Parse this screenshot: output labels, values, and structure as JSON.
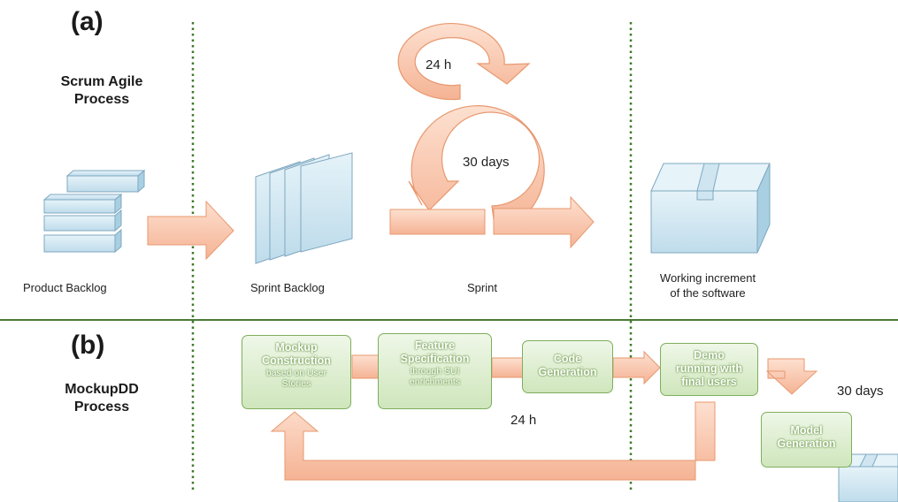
{
  "section_a": {
    "tag": "(a)",
    "title_line1": "Scrum Agile",
    "title_line2": "Process",
    "stages": {
      "product_backlog": "Product Backlog",
      "sprint_backlog": "Sprint Backlog",
      "sprint": "Sprint",
      "increment_line1": "Working increment",
      "increment_line2": "of the software"
    },
    "cycle_daily": "24 h",
    "cycle_sprint": "30 days"
  },
  "section_b": {
    "tag": "(b)",
    "title_line1": "MockupDD",
    "title_line2": "Process",
    "steps": {
      "mockup": {
        "b1": "Mockup",
        "b2": "Construction",
        "s1": "based on User",
        "s2": "Stories"
      },
      "feature": {
        "b1": "Feature",
        "b2": "Specification",
        "s1": "through SUI",
        "s2": "enrichments"
      },
      "code": {
        "b1": "Code",
        "b2": "Generation"
      },
      "demo": {
        "b1": "Demo",
        "b2": "running with",
        "b3": "final users"
      },
      "model": {
        "b1": "Model",
        "b2": "Generation"
      }
    },
    "loop_label": "24 h",
    "cycle_label": "30 days"
  },
  "colors": {
    "arrow_fill": "#f8c6ab",
    "arrow_stroke": "#e7986f",
    "box_green_border": "#7fae5c",
    "cube_fill": "#d4e9f3",
    "cube_stroke": "#7fa8c0",
    "divider": "#4b7a35"
  }
}
